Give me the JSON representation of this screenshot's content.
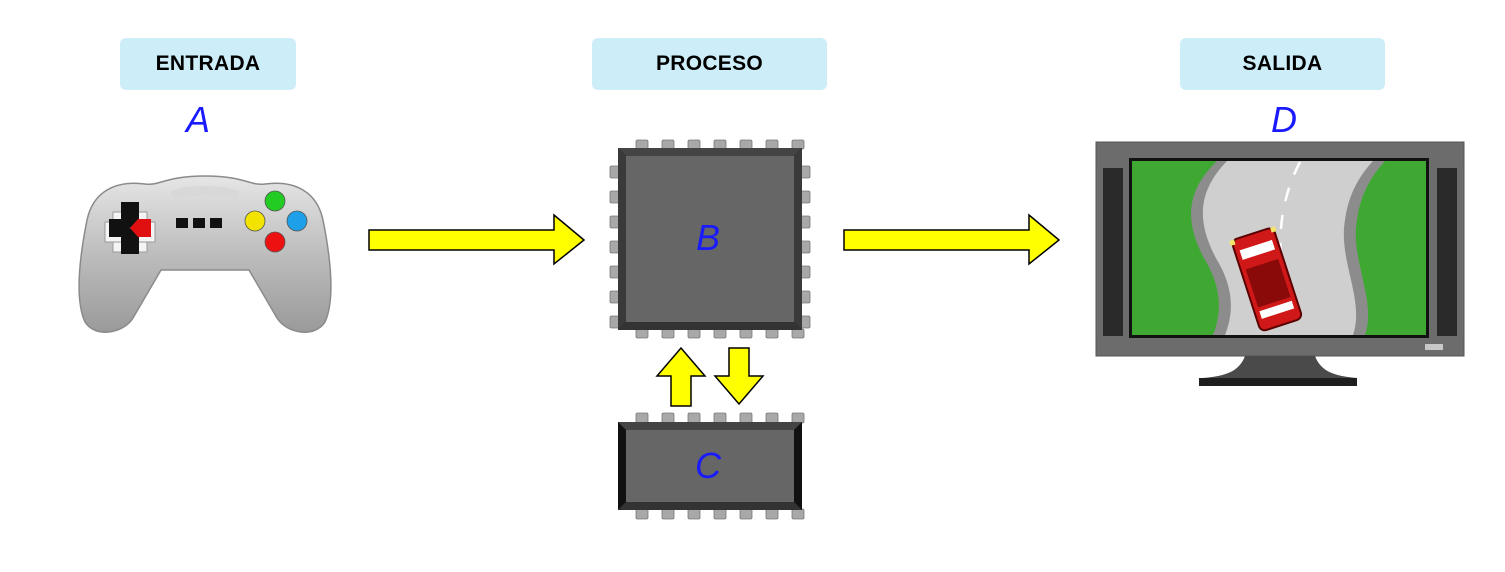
{
  "stages": {
    "input": {
      "title": "ENTRADA",
      "letter": "A",
      "device": "gamepad"
    },
    "process": {
      "title": "PROCESO",
      "cpu_letter": "B",
      "memory_letter": "C"
    },
    "output": {
      "title": "SALIDA",
      "letter": "D",
      "device": "monitor"
    }
  },
  "colors": {
    "label_bg": "#cdeef8",
    "letter": "#1a1aff",
    "arrow_fill": "#ffff00",
    "chip_body": "#666666",
    "screen_grass": "#3ea832",
    "car": "#d01818"
  },
  "icons": [
    "gamepad-icon",
    "cpu-chip-icon",
    "memory-chip-icon",
    "monitor-icon"
  ]
}
